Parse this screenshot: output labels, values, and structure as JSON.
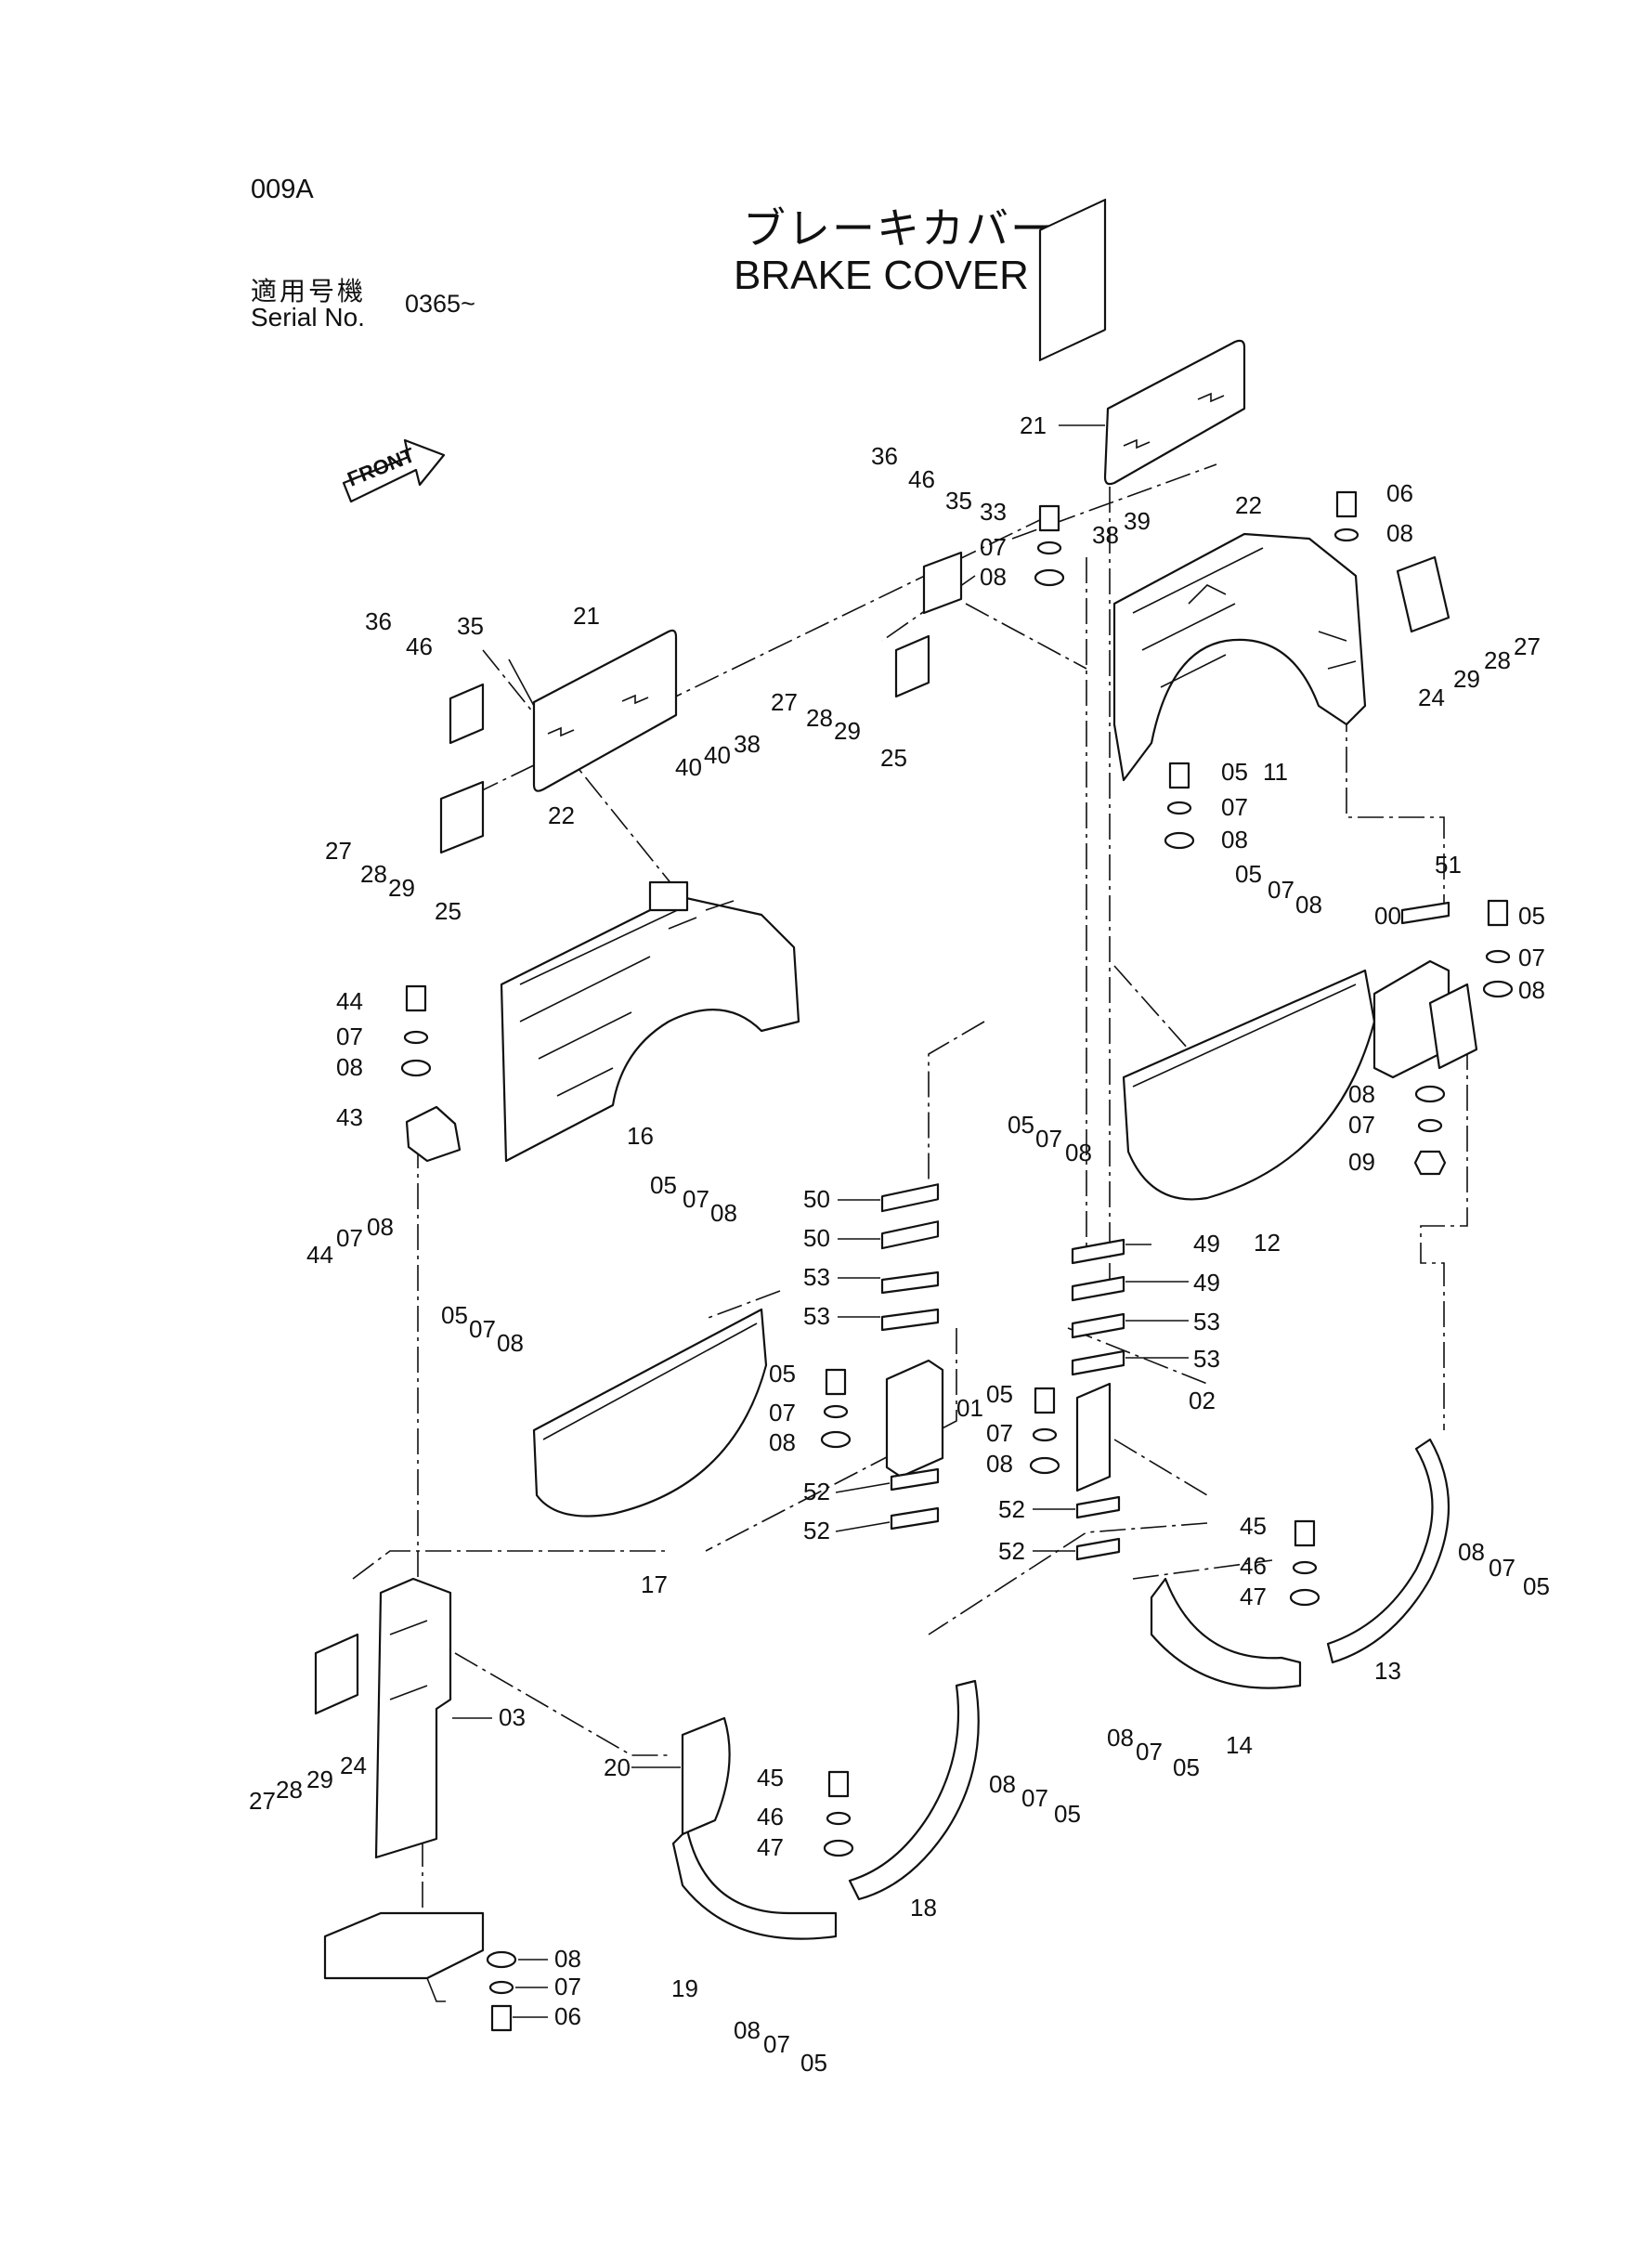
{
  "header": {
    "page_code": "009A",
    "title_jp": "ブレーキカバー",
    "title_en": "BRAKE COVER",
    "serial_label_jp": "適用号機",
    "serial_label_en": "Serial No.",
    "serial_value": "0365~"
  },
  "front_arrow_label": "FRONT",
  "callouts": {
    "p21a": "21",
    "p21b": "21",
    "p36a": "36",
    "p46a": "46",
    "p35a": "35",
    "p33": "33",
    "p07a": "07",
    "p08a": "08",
    "p38a": "38",
    "p39": "39",
    "p22a": "22",
    "p06a": "06",
    "p08b": "08",
    "p24a": "24",
    "p29a": "29",
    "p28a": "28",
    "p27a": "27",
    "p36b": "36",
    "p46b": "46",
    "p35b": "35",
    "p27b": "27",
    "p28b": "28",
    "p29b": "29",
    "p25a": "25",
    "p40a": "40",
    "p40b": "40",
    "p38b": "38",
    "p05a": "05",
    "p07b": "07",
    "p08c": "08",
    "p11": "11",
    "p27c": "27",
    "p28c": "28",
    "p29c": "29",
    "p25b": "25",
    "p22b": "22",
    "p16": "16",
    "p44a": "44",
    "p07c": "07",
    "p08d": "08",
    "p43": "43",
    "p44b": "44",
    "p07d": "07",
    "p08e": "08",
    "p51": "51",
    "p00": "00",
    "p05b": "05",
    "p07e": "07",
    "p08f": "08",
    "p05c": "05",
    "p07f": "07",
    "p08g": "08",
    "p08h": "08",
    "p07g": "07",
    "p09": "09",
    "p05d": "05",
    "p07h": "07",
    "p08i": "08",
    "p12": "12",
    "p50a": "50",
    "p50b": "50",
    "p53a": "53",
    "p53b": "53",
    "p49a": "49",
    "p49b": "49",
    "p53c": "53",
    "p53d": "53",
    "p05e": "05",
    "p07i": "07",
    "p08j": "08",
    "p05f": "05",
    "p07j": "07",
    "p08k": "08",
    "p05g": "05",
    "p07k": "07",
    "p08l": "08",
    "p01": "01",
    "p52a": "52",
    "p52b": "52",
    "p17": "17",
    "p05h": "05",
    "p07l": "07",
    "p08m": "08",
    "p02": "02",
    "p52c": "52",
    "p52d": "52",
    "p45a": "45",
    "p46c": "46",
    "p47a": "47",
    "p08n": "08",
    "p07m": "07",
    "p05i": "05",
    "p13": "13",
    "p08o": "08",
    "p07n": "07",
    "p05j": "05",
    "p14": "14",
    "p03": "03",
    "p24b": "24",
    "p27d": "27",
    "p28d": "28",
    "p29d": "29",
    "p20": "20",
    "p45b": "45",
    "p46d": "46",
    "p47b": "47",
    "p08p": "08",
    "p07o": "07",
    "p05k": "05",
    "p18": "18",
    "p19": "19",
    "p08q": "08",
    "p07p": "07",
    "p05l": "05",
    "p08r": "08",
    "p07q": "07",
    "p06b": "06"
  }
}
